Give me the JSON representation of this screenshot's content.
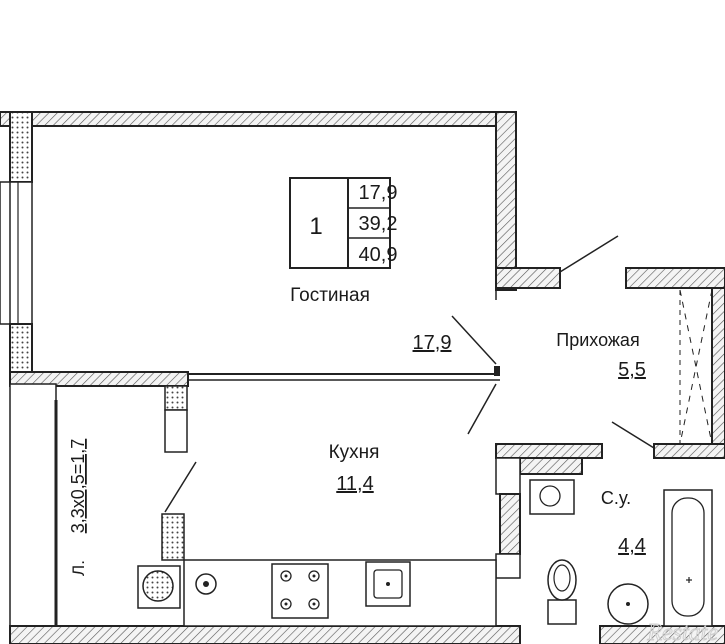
{
  "plan": {
    "summary": {
      "rooms_count": "1",
      "living_area": "17,9",
      "net_area": "39,2",
      "total_area": "40,9"
    },
    "rooms": {
      "living": {
        "name": "Гостиная",
        "area": "17,9"
      },
      "hallway": {
        "name": "Прихожая",
        "area": "5,5"
      },
      "kitchen": {
        "name": "Кухня",
        "area": "11,4"
      },
      "bathroom": {
        "name": "С.у.",
        "area": "4,4"
      }
    },
    "balcony": {
      "marker": "Л.",
      "formula": "3,3х0,5=1,7"
    },
    "watermark": "Restate"
  }
}
